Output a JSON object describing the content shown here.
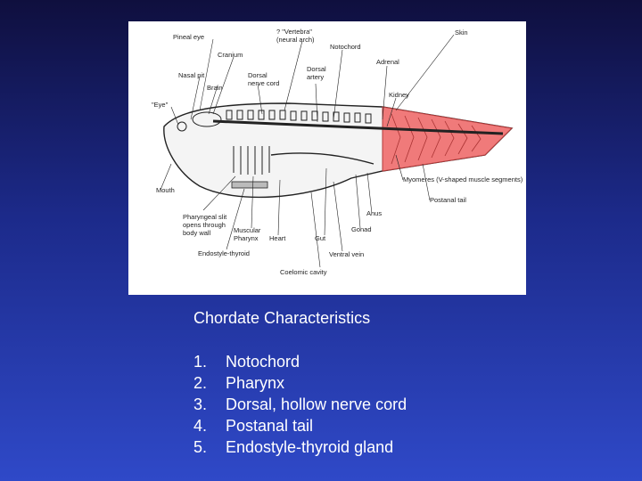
{
  "diagram": {
    "labels": {
      "pineal_eye": "Pineal eye",
      "vertebra": "? \"Vertebra\"",
      "neural_arch": "(neural arch)",
      "skin": "Skin",
      "notochord": "Notochord",
      "cranium": "Cranium",
      "adrenal": "Adrenal",
      "nasal_pit": "Nasal pit",
      "dorsal_nerve_cord_1": "Dorsal",
      "dorsal_nerve_cord_2": "nerve cord",
      "dorsal_artery_1": "Dorsal",
      "dorsal_artery_2": "artery",
      "brain": "Brain",
      "kidney": "Kidney",
      "eye": "\"Eye\"",
      "mouth": "Mouth",
      "myomeres": "Myomeres (V-shaped muscle segments)",
      "postanal_tail": "Postanal tail",
      "pharyngeal_slit_1": "Pharyngeal slit",
      "pharyngeal_slit_2": "opens through",
      "pharyngeal_slit_3": "body wall",
      "anus": "Anus",
      "muscular_pharynx_1": "Muscular",
      "muscular_pharynx_2": "Pharynx",
      "heart": "Heart",
      "gut": "Gut",
      "gonad": "Gonad",
      "endostyle_thyroid": "Endostyle-thyroid",
      "ventral_vein": "Ventral vein",
      "coelomic_cavity": "Coelomic cavity"
    },
    "colors": {
      "tail_fill": "#f07a7a",
      "ink": "#222222"
    }
  },
  "caption": {
    "title": "Chordate Characteristics",
    "items": [
      {
        "num": "1.",
        "text": "Notochord"
      },
      {
        "num": "2.",
        "text": "Pharynx"
      },
      {
        "num": "3.",
        "text": "Dorsal, hollow nerve cord"
      },
      {
        "num": "4.",
        "text": "Postanal tail"
      },
      {
        "num": "5.",
        "text": "Endostyle-thyroid gland"
      }
    ]
  }
}
